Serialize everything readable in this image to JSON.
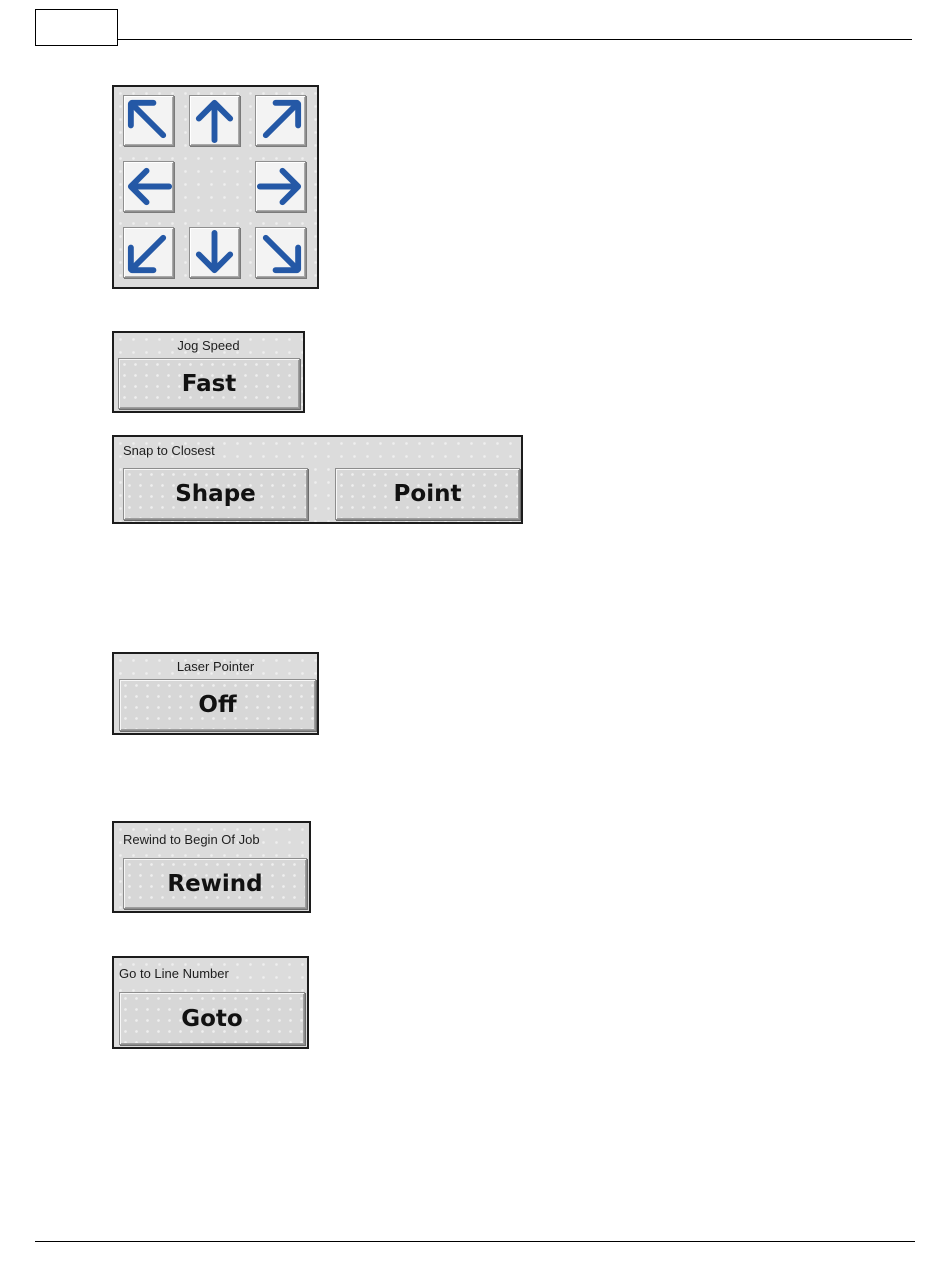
{
  "jog_pad": {
    "buttons": [
      {
        "id": "jog-up-left",
        "icon": "arrow-up-left-icon",
        "direction": "up-left"
      },
      {
        "id": "jog-up",
        "icon": "arrow-up-icon",
        "direction": "up"
      },
      {
        "id": "jog-up-right",
        "icon": "arrow-up-right-icon",
        "direction": "up-right"
      },
      {
        "id": "jog-left",
        "icon": "arrow-left-icon",
        "direction": "left"
      },
      {
        "id": "jog-right",
        "icon": "arrow-right-icon",
        "direction": "right"
      },
      {
        "id": "jog-down-left",
        "icon": "arrow-down-left-icon",
        "direction": "down-left"
      },
      {
        "id": "jog-down",
        "icon": "arrow-down-icon",
        "direction": "down"
      },
      {
        "id": "jog-down-right",
        "icon": "arrow-down-right-icon",
        "direction": "down-right"
      }
    ],
    "arrow_color": "#2458a6"
  },
  "jog_speed": {
    "title": "Jog Speed",
    "button_label": "Fast"
  },
  "snap_to_closest": {
    "title": "Snap to Closest",
    "shape_label": "Shape",
    "point_label": "Point"
  },
  "laser_pointer": {
    "title": "Laser Pointer",
    "button_label": "Off"
  },
  "rewind": {
    "title": "Rewind to Begin Of Job",
    "button_label": "Rewind"
  },
  "goto_line": {
    "title": "Go to Line Number",
    "button_label": "Goto"
  }
}
